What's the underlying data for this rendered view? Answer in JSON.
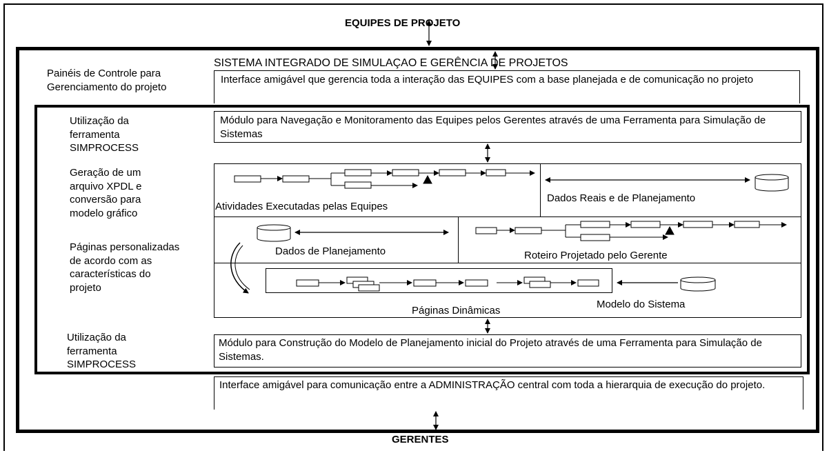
{
  "top_label": "EQUIPES DE PROJETO",
  "bottom_label": "GERENTES",
  "system_title": "SISTEMA INTEGRADO DE SIMULAÇAO E GERÊNCIA DE PROJETOS",
  "left_labels": {
    "control_panels": "Painéis de Controle para Gerenciamento do projeto",
    "simprocess_top": "Utilização da ferramenta SIMPROCESS",
    "xpdl": "Geração de um arquivo XPDL e conversão para modelo gráfico",
    "custom_pages": "Páginas personalizadas de acordo com as características do projeto",
    "simprocess_bottom": "Utilização da ferramenta SIMPROCESS"
  },
  "boxes": {
    "team_interface": "Interface amigável que gerencia toda a interação das EQUIPES com a base planejada e de comunicação no projeto",
    "navigation_module": "Módulo para Navegação e Monitoramento das Equipes pelos Gerentes através de uma Ferramenta para Simulação de Sistemas",
    "activities": "Atividades Executadas pelas Equipes",
    "real_data": "Dados Reais e de Planejamento",
    "planning_data": "Dados de Planejamento",
    "manager_script": "Roteiro Projetado pelo Gerente",
    "dynamic_pages": "Páginas Dinâmicas",
    "system_model": "Modelo do Sistema",
    "construction_module": "Módulo para Construção do Modelo de Planejamento inicial do Projeto através de uma Ferramenta para Simulação de Sistemas.",
    "admin_interface": "Interface amigável para comunicação entre a ADMINISTRAÇÃO central com toda a hierarquia de execução do projeto."
  }
}
